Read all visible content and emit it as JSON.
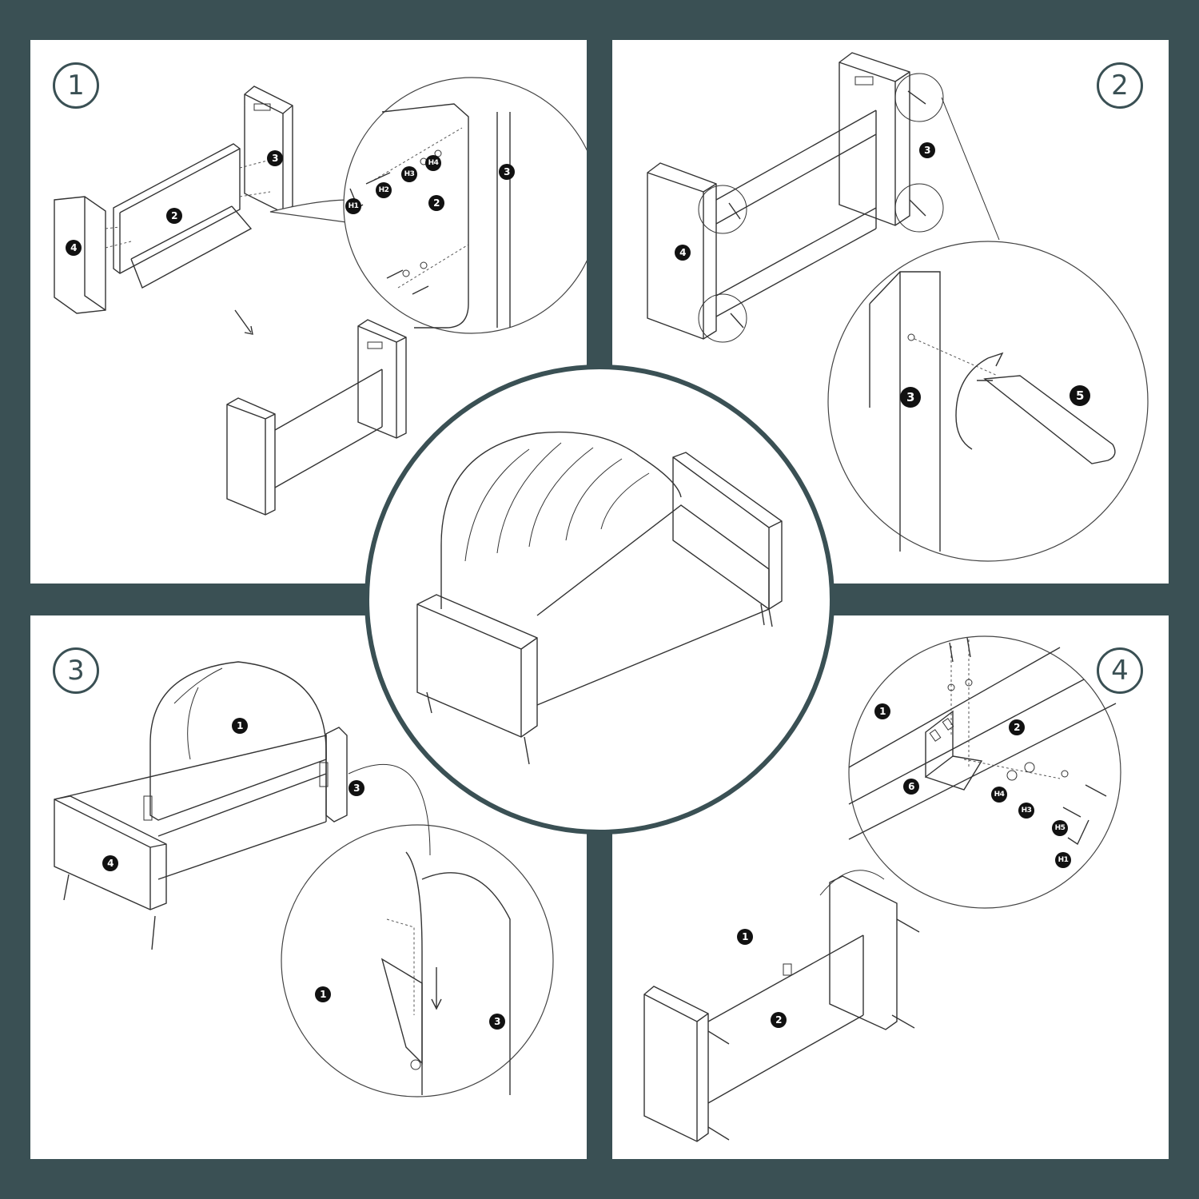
{
  "steps": [
    {
      "number": "1",
      "parts": [
        "4",
        "2",
        "3",
        "3",
        "2"
      ],
      "hardware": [
        "H1",
        "H2",
        "H3",
        "H4"
      ]
    },
    {
      "number": "2",
      "parts": [
        "3",
        "4",
        "3",
        "5"
      ]
    },
    {
      "number": "3",
      "parts": [
        "1",
        "3",
        "4",
        "1",
        "3"
      ]
    },
    {
      "number": "4",
      "parts": [
        "1",
        "2",
        "6",
        "1",
        "2"
      ],
      "hardware": [
        "H4",
        "H3",
        "H5",
        "H1"
      ]
    }
  ],
  "colors": {
    "frame": "#3a5054",
    "panel": "#ffffff",
    "line": "#333333",
    "tag": "#111111"
  }
}
